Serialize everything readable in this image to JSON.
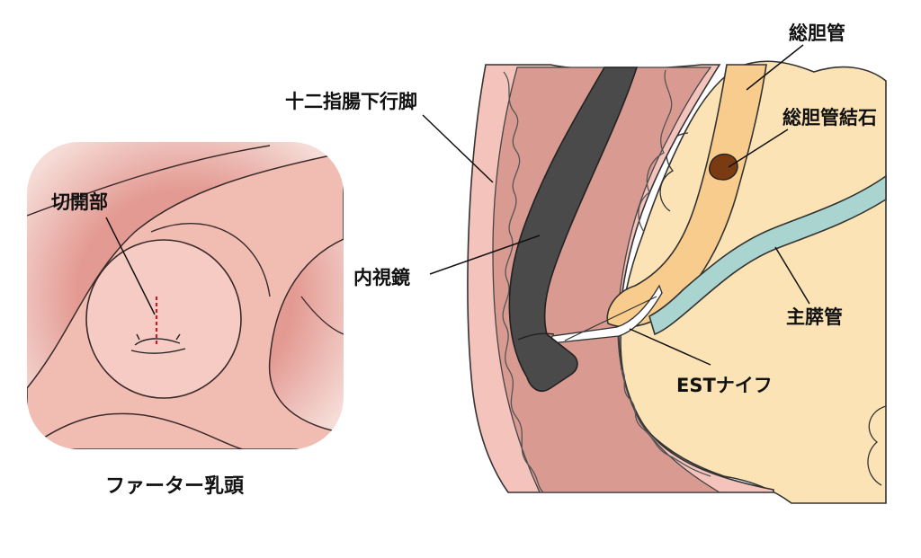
{
  "inset": {
    "caption": "ファーター乳頭",
    "labels": {
      "incision": "切開部"
    }
  },
  "cross_section": {
    "labels": {
      "duodenum_descending": "十二指腸下行脚",
      "endoscope": "内視鏡",
      "common_bile_duct": "総胆管",
      "bile_duct_stone": "総胆管結石",
      "main_pancreatic_duct": "主膵管",
      "est_knife": "ESTナイフ"
    }
  },
  "colors": {
    "mucosa_outer": "#f4c4bc",
    "mucosa_inner": "#e3a199",
    "lumen": "#d99a91",
    "pancreas": "#fbe3b5",
    "bile_duct": "#f8cc8c",
    "pancreatic_duct": "#a9d4cf",
    "endoscope": "#4a4a4a",
    "stone": "#7a3b12",
    "incision_line": "#c0202a"
  }
}
